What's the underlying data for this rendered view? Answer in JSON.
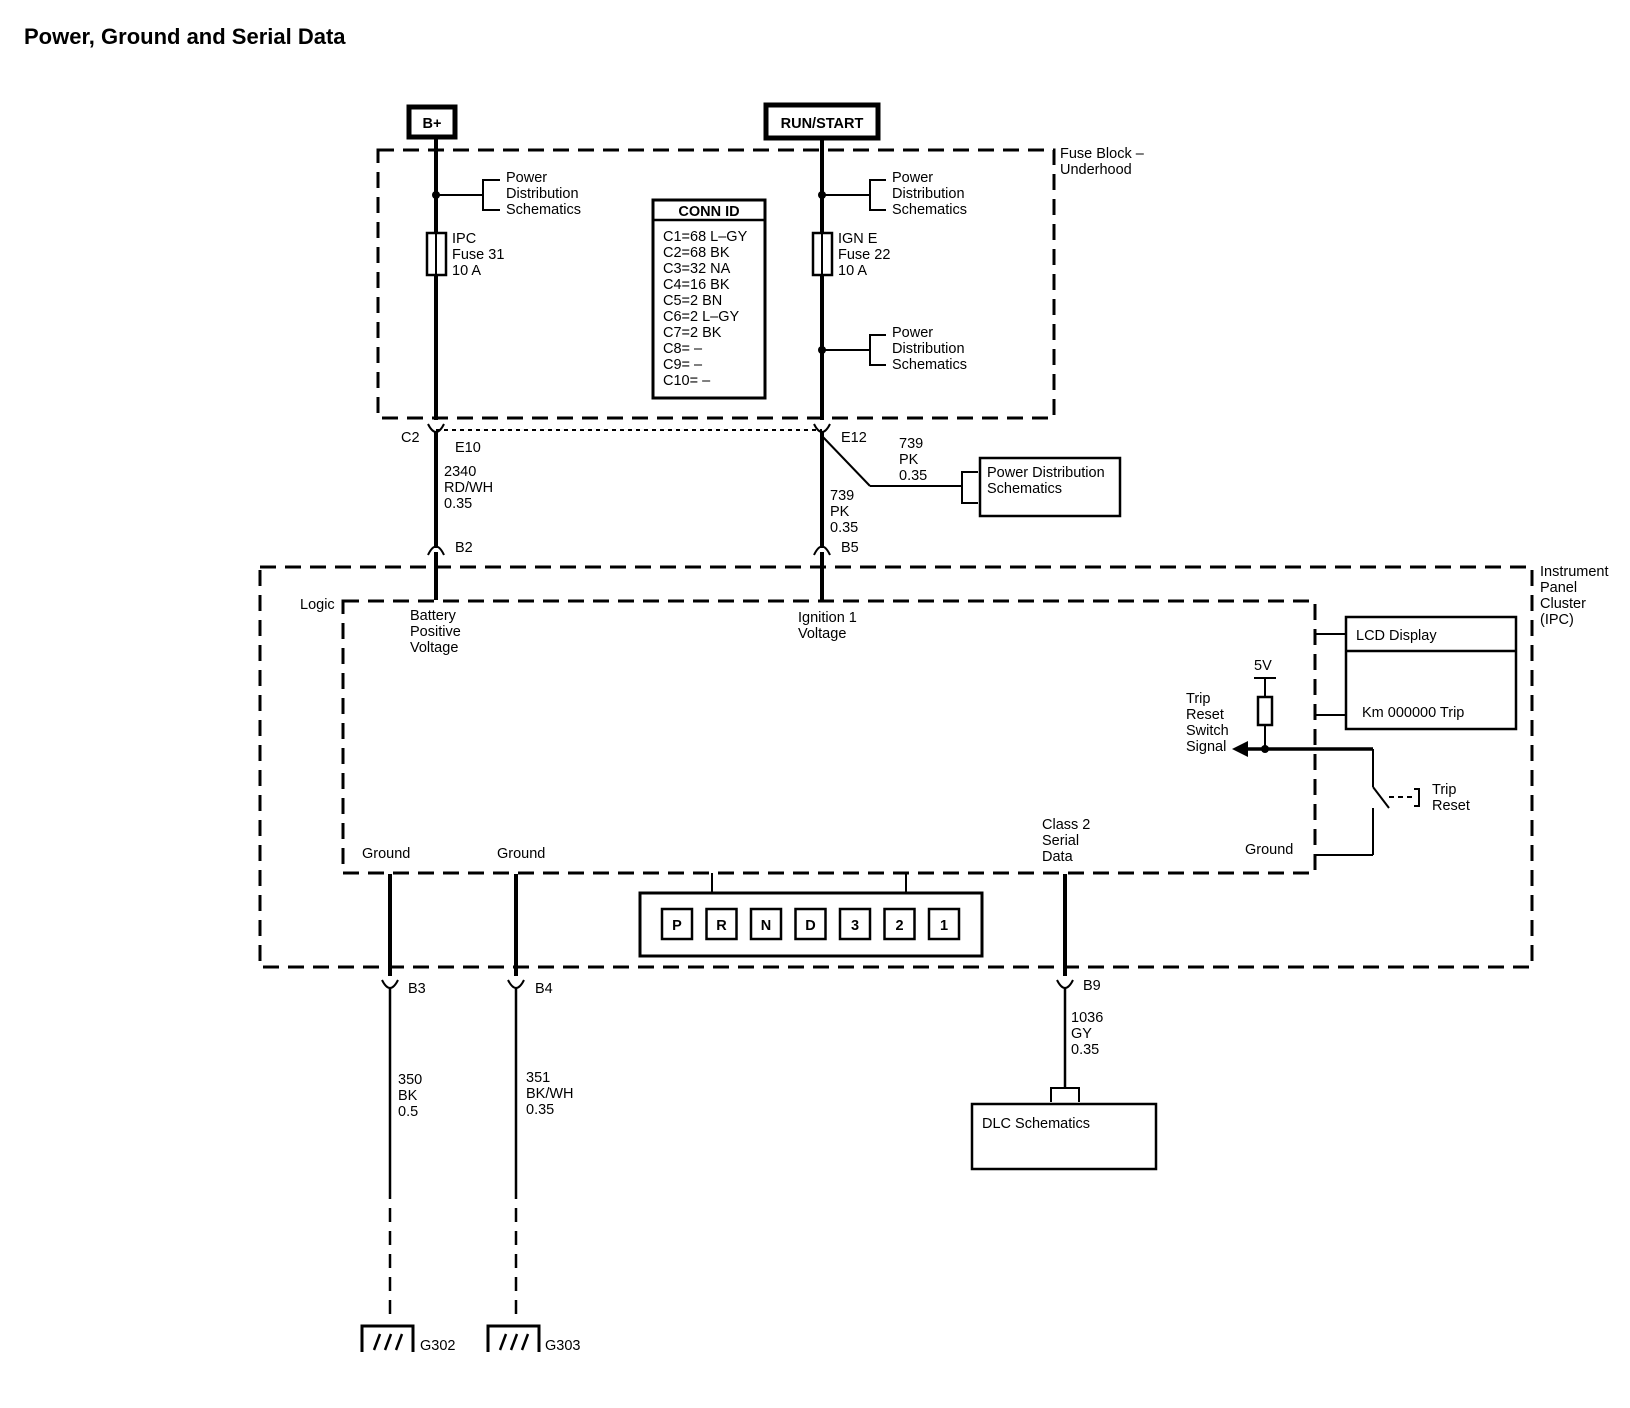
{
  "title": "Power, Ground and Serial Data",
  "sources": {
    "battery": "B+",
    "ignition": "RUN/START"
  },
  "fuse_block": {
    "label": [
      "Fuse Block –",
      "Underhood"
    ],
    "power_dist": [
      "Power",
      "Distribution",
      "Schematics"
    ],
    "ipc_fuse": [
      "IPC",
      "Fuse 31",
      "10 A"
    ],
    "ign_fuse": [
      "IGN E",
      "Fuse 22",
      "10 A"
    ]
  },
  "conn_id": {
    "header": "CONN ID",
    "rows": [
      "C1=68 L–GY",
      "C2=68 BK",
      "C3=32 NA",
      "C4=16 BK",
      "C5=2 BN",
      "C6=2 L–GY",
      "C7=2 BK",
      "C8= –",
      "C9= –",
      "C10= –"
    ]
  },
  "connectors": {
    "c2": "C2",
    "e10": "E10",
    "e12": "E12",
    "b2": "B2",
    "b5": "B5",
    "b3": "B3",
    "b4": "B4",
    "b9": "B9"
  },
  "wires": {
    "w2340": [
      "2340",
      "RD/WH",
      "0.35"
    ],
    "w739_branch": [
      "739",
      "PK",
      "0.35"
    ],
    "w739_main": [
      "739",
      "PK",
      "0.35"
    ],
    "w350": [
      "350",
      "BK",
      "0.5"
    ],
    "w351": [
      "351",
      "BK/WH",
      "0.35"
    ],
    "w1036": [
      "1036",
      "GY",
      "0.35"
    ]
  },
  "power_dist_box": [
    "Power Distribution",
    "Schematics"
  ],
  "ipc": {
    "label": [
      "Instrument",
      "Panel",
      "Cluster",
      "(IPC)"
    ],
    "logic": "Logic",
    "battery_voltage": [
      "Battery",
      "Positive",
      "Voltage"
    ],
    "ignition_voltage": [
      "Ignition 1",
      "Voltage"
    ],
    "lcd": {
      "title": "LCD Display",
      "reading": "Km 000000 Trip"
    },
    "five_v": "5V",
    "trip_signal": [
      "Trip",
      "Reset",
      "Switch",
      "Signal"
    ],
    "trip_reset": [
      "Trip",
      "Reset"
    ],
    "ground_right": "Ground",
    "ground_1": "Ground",
    "ground_2": "Ground",
    "class2": [
      "Class 2",
      "Serial",
      "Data"
    ],
    "prndl": [
      "P",
      "R",
      "N",
      "D",
      "3",
      "2",
      "1"
    ]
  },
  "dlc": "DLC Schematics",
  "grounds": {
    "g302": "G302",
    "g303": "G303"
  }
}
